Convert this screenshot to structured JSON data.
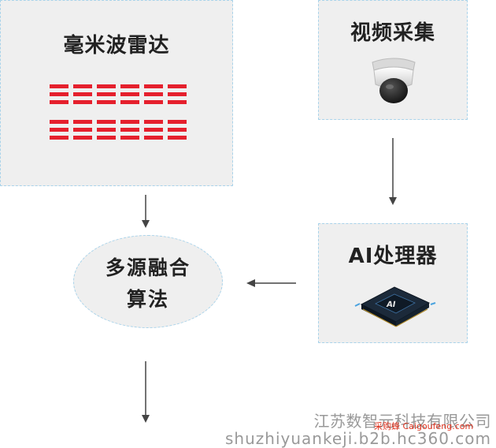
{
  "nodes": {
    "radar": "毫米波雷达",
    "video": "视频采集",
    "ai": "AI处理器",
    "fusion_line1": "多源融合",
    "fusion_line2": "算法"
  },
  "ai_chip_label": "AI",
  "watermark": {
    "company": "江苏数智元科技有限公司",
    "domain": "shuzhiyuankeji.b2b.hc360.com",
    "site": "采购蜂 Caigoufeng.com"
  },
  "colors": {
    "box_fill": "#efefef",
    "box_border": "#a9d3ea",
    "radar_bar": "#e5202d",
    "arrow": "#444444"
  },
  "icons": [
    "dome-camera-icon",
    "ai-chip-icon",
    "radar-bars-icon"
  ]
}
